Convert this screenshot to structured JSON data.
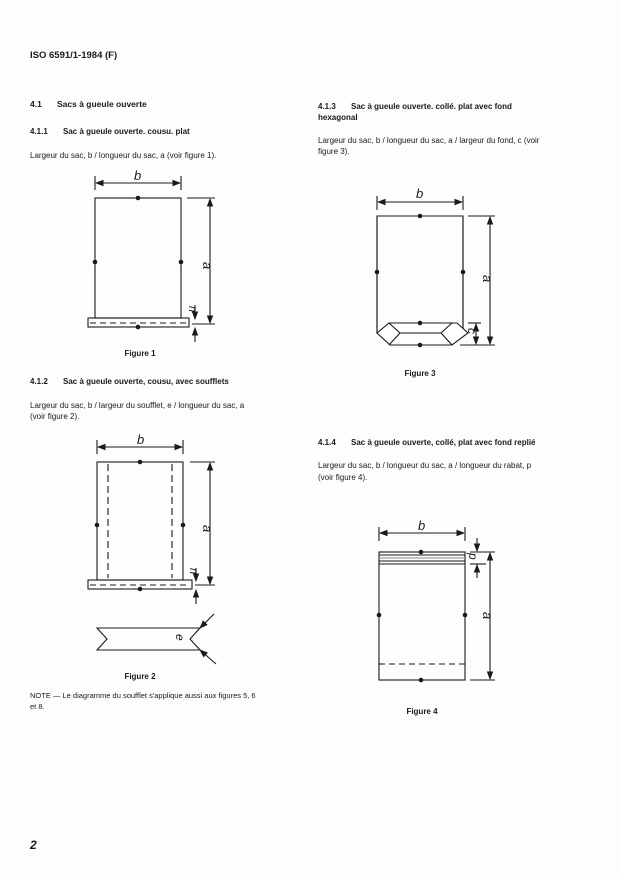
{
  "header": {
    "title": "ISO 6591/1-1984 (F)"
  },
  "sections": {
    "s41": {
      "number": "4.1",
      "title": "Sacs à gueule ouverte"
    },
    "s411": {
      "number": "4.1.1",
      "title": "Sac à gueule ouverte. cousu. plat",
      "text": "Largeur du sac, b / longueur du sac, a (voir figure 1)."
    },
    "s412": {
      "number": "4.1.2",
      "title": "Sac à gueule ouverte, cousu, avec soufflets",
      "text_line1": "Largeur du sac, b / largeur du soufflet, e / longueur du sac, a",
      "text_line2": "(voir figure 2)."
    },
    "s413": {
      "number": "4.1.3",
      "title_line1": "Sac à gueule ouverte. collé. plat avec fond",
      "title_line2": "hexagonal",
      "text_line1": "Largeur du sac, b / longueur du sac, a / largeur du fond, c (voir",
      "text_line2": "figure 3)."
    },
    "s414": {
      "number": "4.1.4",
      "title": "Sac à gueule ouverte, collé, plat avec fond replié",
      "text_line1": "Largeur du sac, b / longueur du sac, a / longueur du rabat, p",
      "text_line2": "(voir figure 4)."
    }
  },
  "figures": {
    "fig1": {
      "caption": "Figure 1",
      "labels": {
        "b": "b",
        "a": "a",
        "n": "n"
      }
    },
    "fig2": {
      "caption": "Figure 2",
      "labels": {
        "b": "b",
        "a": "a",
        "n": "n",
        "e": "e"
      }
    },
    "fig3": {
      "caption": "Figure 3",
      "labels": {
        "b": "b",
        "a": "a",
        "c": "c"
      }
    },
    "fig4": {
      "caption": "Figure 4",
      "labels": {
        "b": "b",
        "a": "a",
        "p": "p"
      }
    }
  },
  "note": {
    "line1": "NOTE — Le diagramme du soufflet s'applique aussi aux figures 5, 6",
    "line2": "et 8."
  },
  "footer": {
    "page_number": "2"
  }
}
